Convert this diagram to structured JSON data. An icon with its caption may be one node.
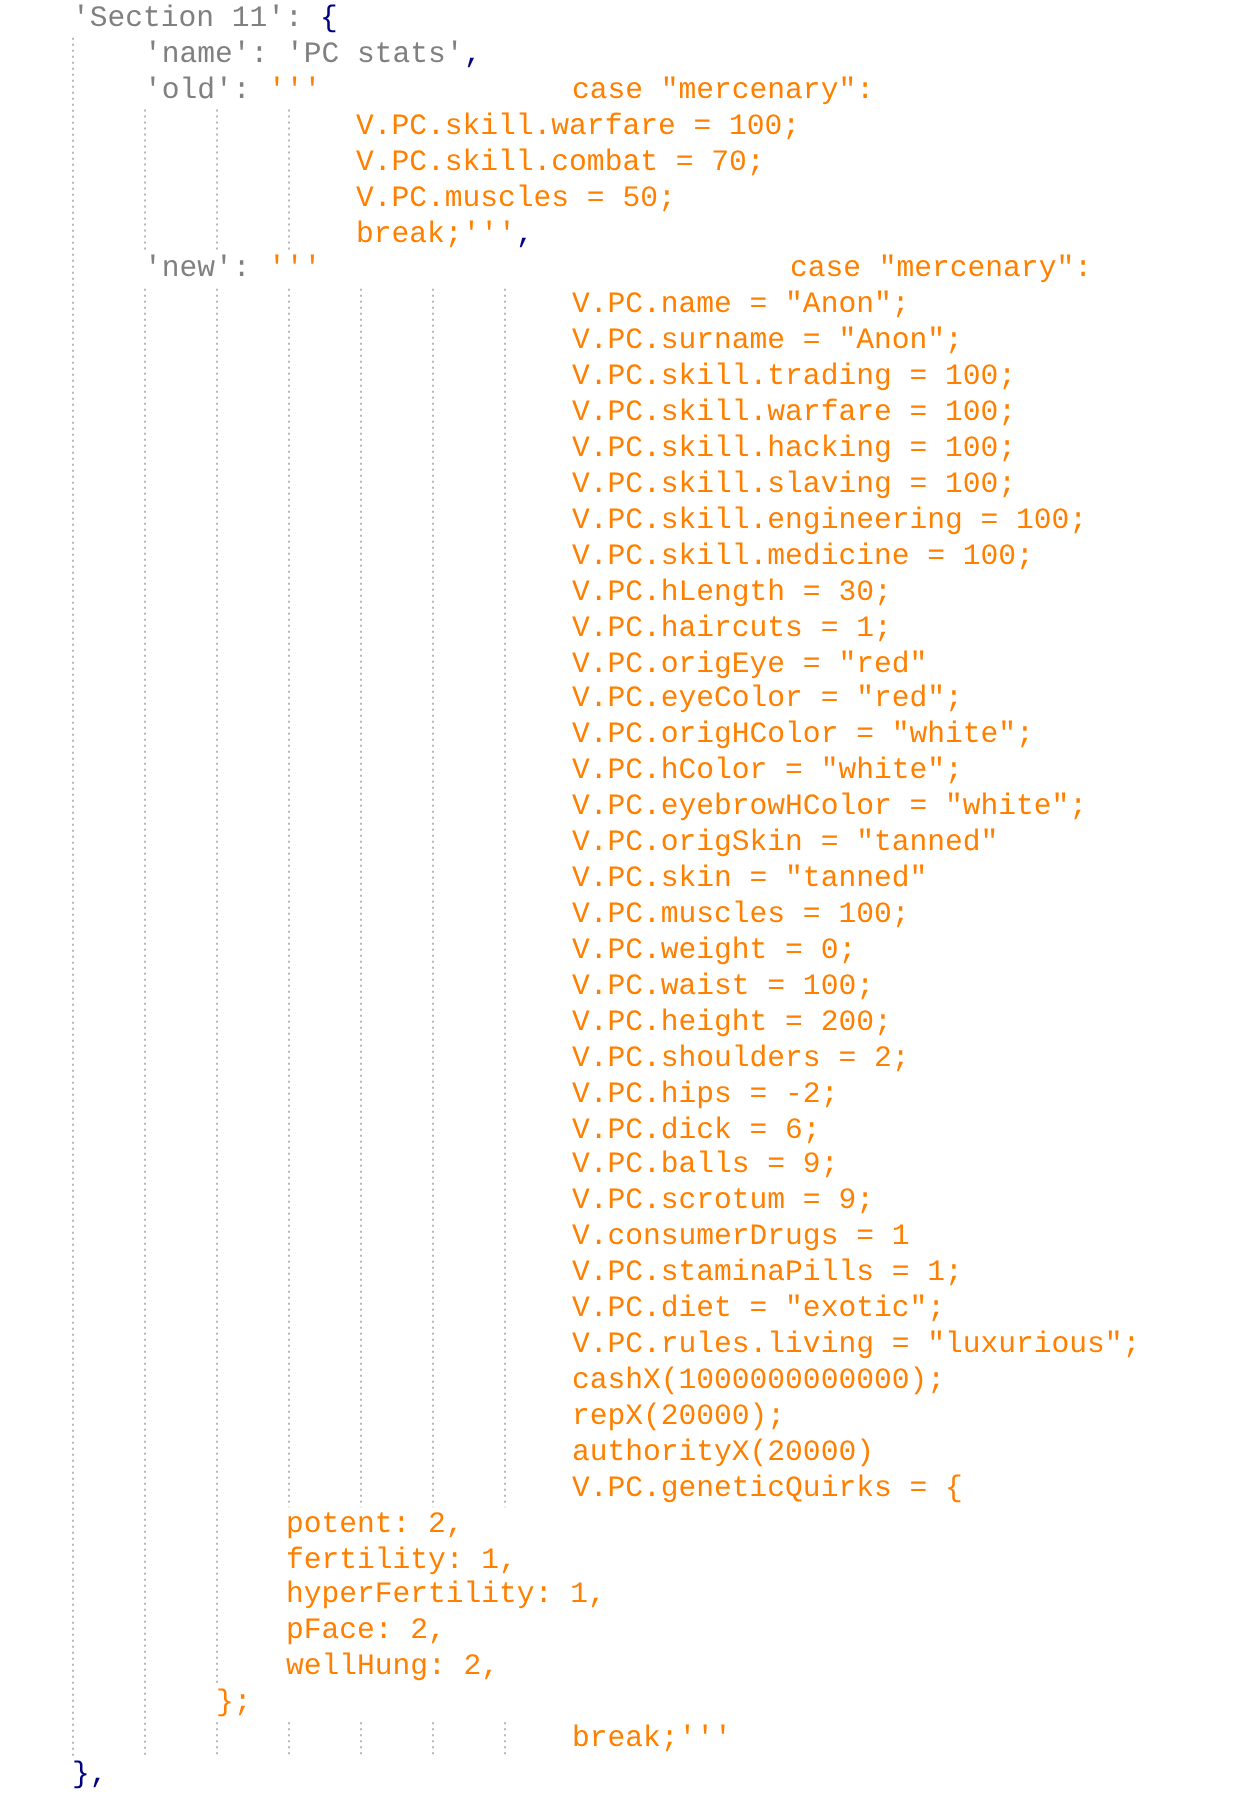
{
  "diagram": {
    "labels": [
      "'Section 11':",
      "{",
      "'name':",
      "'PC stats'",
      ",",
      "'old':",
      "'''",
      "case \"mercenary\":",
      "V.PC.skill.warfare = 100;",
      "V.PC.skill.combat = 70;",
      "V.PC.muscles = 50;",
      "break;'''",
      ",",
      "'new':",
      "'''",
      "case \"mercenary\":",
      "V.PC.name = \"Anon\";",
      "V.PC.surname = \"Anon\";",
      "V.PC.skill.trading = 100;",
      "V.PC.skill.warfare = 100;",
      "V.PC.skill.hacking = 100;",
      "V.PC.skill.slaving = 100;",
      "V.PC.skill.engineering = 100;",
      "V.PC.skill.medicine = 100;",
      "V.PC.hLength = 30;",
      "V.PC.haircuts = 1;",
      "V.PC.origEye = \"red\"",
      "V.PC.eyeColor = \"red\";",
      "V.PC.origHColor = \"white\";",
      "V.PC.hColor = \"white\";",
      "V.PC.eyebrowHColor = \"white\";",
      "V.PC.origSkin = \"tanned\"",
      "V.PC.skin = \"tanned\"",
      "V.PC.muscles = 100;",
      "V.PC.weight = 0;",
      "V.PC.waist = 100;",
      "V.PC.height = 200;",
      "V.PC.shoulders = 2;",
      "V.PC.hips = -2;",
      "V.PC.dick = 6;",
      "V.PC.balls = 9;",
      "V.PC.scrotum = 9;",
      "V.consumerDrugs = 1",
      "V.PC.staminaPills = 1;",
      "V.PC.diet = \"exotic\";",
      "V.PC.rules.living = \"luxurious\";",
      "cashX(1000000000000);",
      "repX(20000);",
      "authorityX(20000)",
      "V.PC.geneticQuirks = {",
      "potent: 2,",
      "fertility: 1,",
      "hyperFertility: 1,",
      "pFace: 2,",
      "wellHung: 2,",
      "};",
      "break;'''",
      "},"
    ]
  }
}
